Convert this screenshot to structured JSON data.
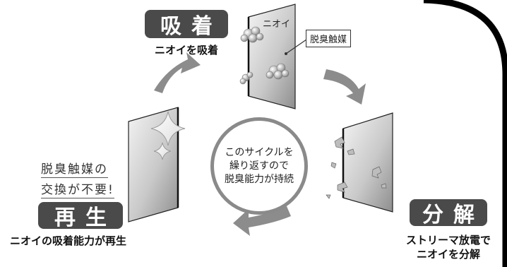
{
  "stages": {
    "adsorb": {
      "label": "吸着",
      "caption": "ニオイを吸着"
    },
    "decompose": {
      "label": "分解",
      "caption_lines": [
        "ストリーマ放電で",
        "ニオイを分解"
      ]
    },
    "regenerate": {
      "label": "再生",
      "caption": "ニオイの吸着能力が再生"
    }
  },
  "panel_tag": "脱臭触媒",
  "smell_label": "ニオイ",
  "note_lines": [
    "脱臭触媒の",
    "交換が不要!"
  ],
  "center_lines": [
    "このサイクルを",
    "繰り返すので",
    "脱臭能力が持続"
  ],
  "colors": {
    "label_bg": "#4a4a4a",
    "arrow": "#8c8c8c",
    "circle": "#8a8a8a",
    "frame": "#000000"
  }
}
